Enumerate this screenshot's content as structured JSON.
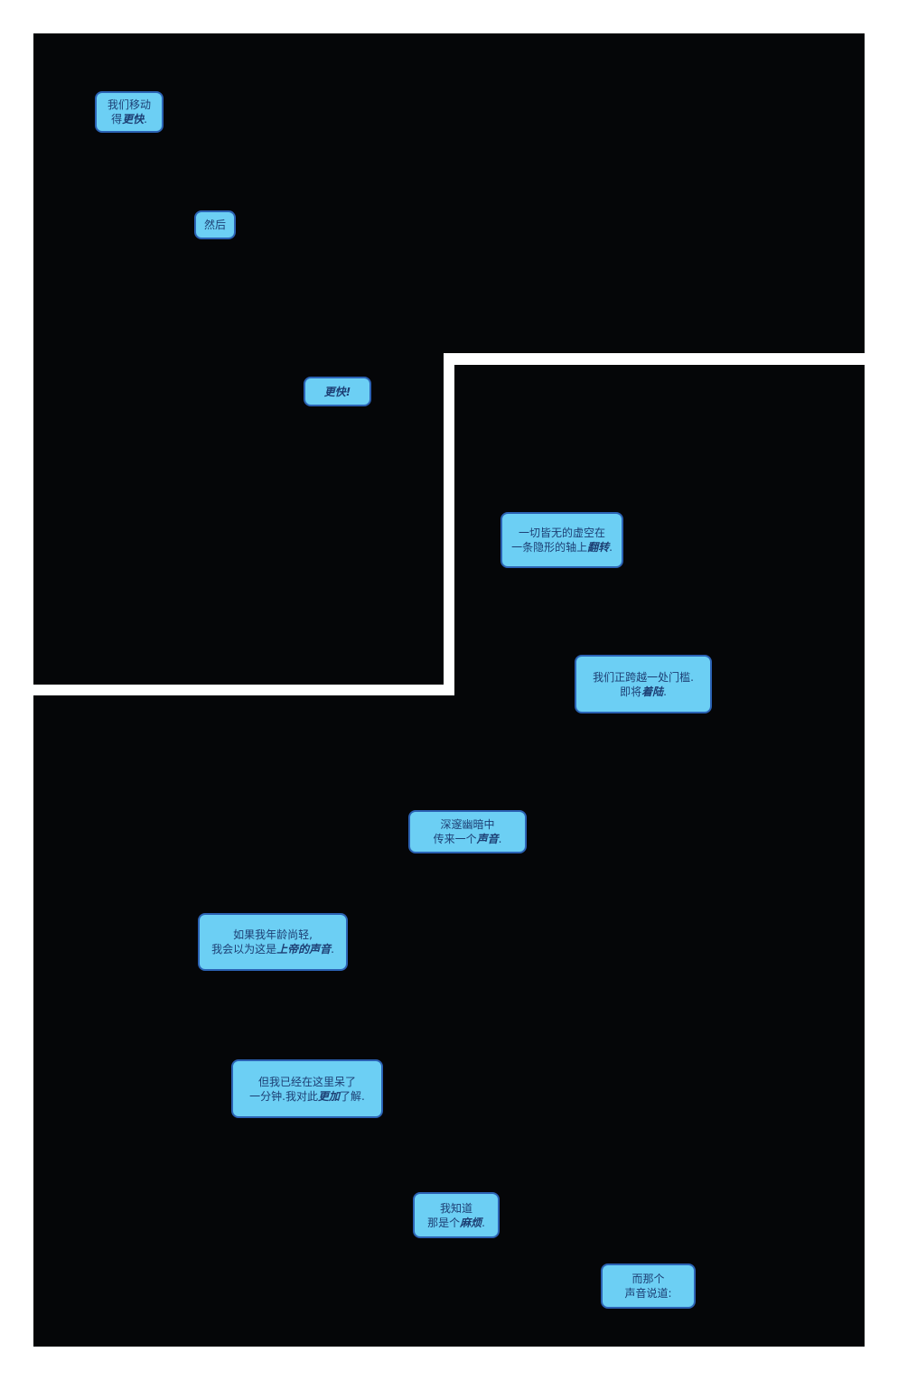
{
  "colors": {
    "page_background": "#ffffff",
    "panel_background": "#050608",
    "bubble_fill": "#6ccff4",
    "bubble_border": "#2b62b4",
    "bubble_text": "#1d3f74"
  },
  "captions": [
    {
      "id": "cap-1",
      "lines": [
        [
          {
            "t": "我们移动"
          }
        ],
        [
          {
            "t": "得"
          },
          {
            "t": "更快",
            "em": true
          },
          {
            "t": "."
          }
        ]
      ]
    },
    {
      "id": "cap-2",
      "lines": [
        [
          {
            "t": "然后"
          }
        ]
      ]
    },
    {
      "id": "cap-3",
      "lines": [
        [
          {
            "t": "更快!",
            "em": true
          }
        ]
      ]
    },
    {
      "id": "cap-4",
      "lines": [
        [
          {
            "t": "一切皆无的虚空在"
          }
        ],
        [
          {
            "t": "一条隐形的轴上"
          },
          {
            "t": "翻转",
            "em": true
          },
          {
            "t": "."
          }
        ]
      ]
    },
    {
      "id": "cap-5",
      "lines": [
        [
          {
            "t": "我们正跨越一处门槛."
          }
        ],
        [
          {
            "t": "即将"
          },
          {
            "t": "着陆",
            "em": true
          },
          {
            "t": "."
          }
        ]
      ]
    },
    {
      "id": "cap-6",
      "lines": [
        [
          {
            "t": "深邃幽暗中"
          }
        ],
        [
          {
            "t": "传来一个"
          },
          {
            "t": "声音",
            "em": true
          },
          {
            "t": "."
          }
        ]
      ]
    },
    {
      "id": "cap-7",
      "lines": [
        [
          {
            "t": "如果我年龄尚轻,"
          }
        ],
        [
          {
            "t": "我会以为这是"
          },
          {
            "t": "上帝的声音",
            "em": true
          },
          {
            "t": "."
          }
        ]
      ]
    },
    {
      "id": "cap-8",
      "lines": [
        [
          {
            "t": "但我已经在这里呆了"
          }
        ],
        [
          {
            "t": "一分钟.我对此"
          },
          {
            "t": "更加",
            "em": true
          },
          {
            "t": "了解."
          }
        ]
      ]
    },
    {
      "id": "cap-9",
      "lines": [
        [
          {
            "t": "我知道"
          }
        ],
        [
          {
            "t": "那是个"
          },
          {
            "t": "麻烦",
            "em": true
          },
          {
            "t": "."
          }
        ]
      ]
    },
    {
      "id": "cap-10",
      "lines": [
        [
          {
            "t": "而那个"
          }
        ],
        [
          {
            "t": "声音说道:"
          }
        ]
      ]
    }
  ]
}
